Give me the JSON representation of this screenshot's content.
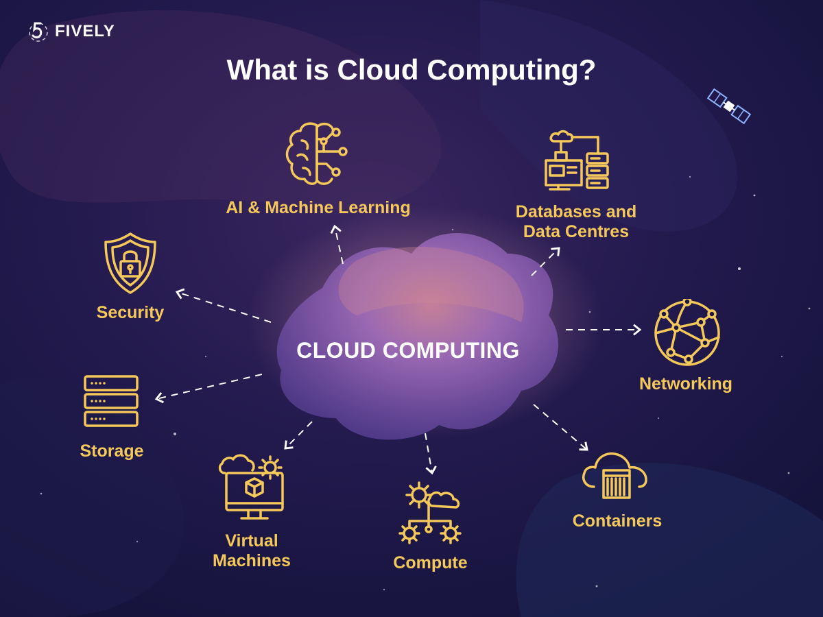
{
  "brand": {
    "name": "FIVELY",
    "icon": "fively-logo-icon"
  },
  "title": "What is Cloud Computing?",
  "center": {
    "label": "CLOUD COMPUTING",
    "icon": "cloud-blob"
  },
  "nodes": [
    {
      "id": "ai",
      "label": "AI & Machine Learning",
      "icon": "brain-circuit-icon"
    },
    {
      "id": "databases",
      "label": "Databases and\nData Centres",
      "icon": "database-server-icon"
    },
    {
      "id": "security",
      "label": "Security",
      "icon": "shield-lock-icon"
    },
    {
      "id": "networking",
      "label": "Networking",
      "icon": "network-globe-icon"
    },
    {
      "id": "storage",
      "label": "Storage",
      "icon": "storage-rack-icon"
    },
    {
      "id": "vm",
      "label": "Virtual\nMachines",
      "icon": "virtual-machine-icon"
    },
    {
      "id": "compute",
      "label": "Compute",
      "icon": "compute-gears-icon"
    },
    {
      "id": "containers",
      "label": "Containers",
      "icon": "cloud-container-icon"
    }
  ],
  "colors": {
    "background": "#15123a",
    "accent": "#f5c85a",
    "text": "#ffffff",
    "arrow": "#ffffff"
  },
  "decorations": {
    "satellite": "satellite-icon"
  }
}
